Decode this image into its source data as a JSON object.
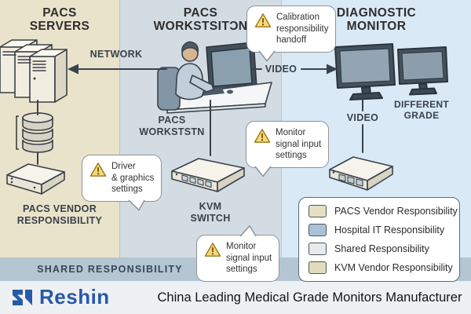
{
  "zones": {
    "left": {
      "title": [
        "PACS",
        "SERVERS"
      ],
      "bg": "#eae3cb",
      "caption": [
        "PACS VENDOR",
        "RESPONSIBILITY"
      ]
    },
    "middle": {
      "title": [
        "PACS",
        "WORKSTSITƆN"
      ],
      "bg": "#d3dce3",
      "workstation_label": [
        "PACS",
        "WORKSTSTN"
      ],
      "kvm_label": [
        "KVM",
        "SWITCH"
      ]
    },
    "right": {
      "title": [
        "DIAGNOSTIC",
        "MONITOR"
      ],
      "bg": "#d9e9f5",
      "grade_label": [
        "DIFFERENT",
        "GRADE"
      ],
      "video_label": "VIDEO"
    }
  },
  "connections": {
    "network_label": "NETWORK",
    "video_label": "VIDEO"
  },
  "callouts": {
    "calibration": {
      "lines": [
        "Calibration",
        "responsibility",
        "handoff"
      ]
    },
    "monitor_top": {
      "lines": [
        "Monitor",
        "signal input",
        "settings"
      ]
    },
    "driver": {
      "lines": [
        "Driver",
        "& graphics",
        "settings"
      ]
    },
    "monitor_bottom": {
      "lines": [
        "Monitor",
        "signal input",
        "settings"
      ]
    }
  },
  "shared_bar": {
    "label": "SHARED RESPONSIBILITY",
    "bg": "#b4c6d2"
  },
  "legend": {
    "items": [
      {
        "label": "PACS Vendor Responsibility",
        "color": "#e6dfc2"
      },
      {
        "label": "Hospital IT Responsibility",
        "color": "#a9c2d8"
      },
      {
        "label": "Shared Responsibility",
        "color": "#e7e9eb"
      },
      {
        "label": "KVM Vendor Responsibility",
        "color": "#e3dcbc"
      }
    ]
  },
  "footer": {
    "brand": "Reshin",
    "brand_color": "#2859a6",
    "tagline": "China Leading Medical Grade Monitors Manufacturer"
  }
}
